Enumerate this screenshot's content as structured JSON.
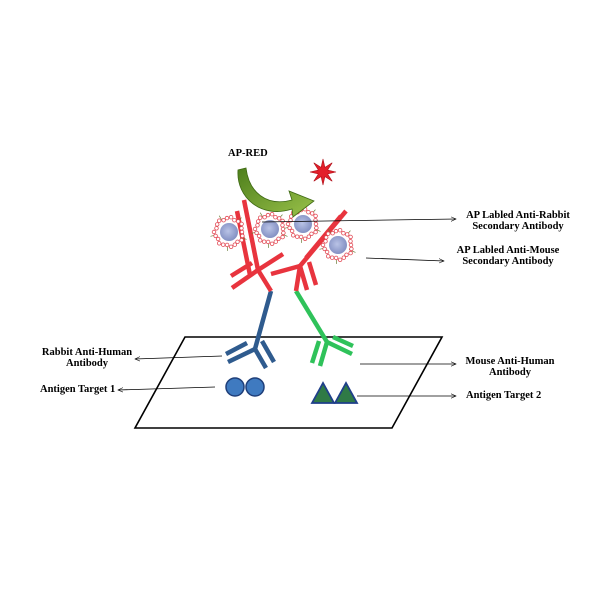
{
  "labels": {
    "ap_red": "AP-RED",
    "anti_rabbit_line1": "AP Labled Anti-Rabbit",
    "anti_rabbit_line2": "Secondary Antibody",
    "anti_mouse_line1": "AP Labled Anti-Mouse",
    "anti_mouse_line2": "Secondary Antibody",
    "rabbit_line1": "Rabbit Anti-Human",
    "rabbit_line2": "Antibody",
    "mouse_line1": "Mouse Anti-Human",
    "mouse_line2": "Antibody",
    "antigen1": "Antigen Target 1",
    "antigen2": "Antigen Target 2"
  },
  "colors": {
    "secondary_antibody": "#e8343e",
    "rabbit_antibody": "#2f5b8e",
    "mouse_antibody": "#2fc25a",
    "antigen_1": "#3f7ac0",
    "antigen_2_fill": "#2f7a46",
    "antigen_2_stroke": "#1f3f8a",
    "arrow_green": "#6a9a2a",
    "star_red": "#e3202a",
    "enzyme_core": "#8a96c8",
    "enzyme_bead": "#e24a55"
  }
}
